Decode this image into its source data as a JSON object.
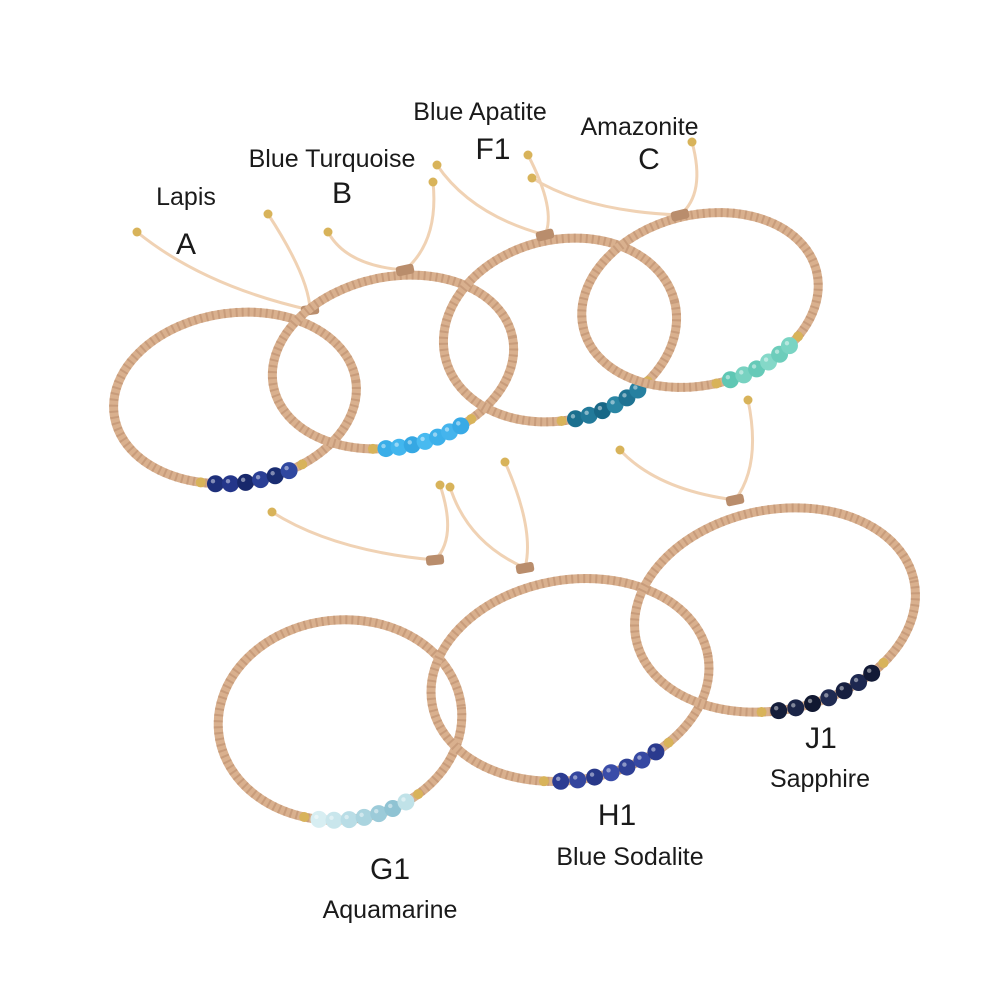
{
  "colors": {
    "cord": "#d9b08e",
    "cord_dark": "#b98d6c",
    "string": "#f0d2b4",
    "gold": "#d8b35a"
  },
  "bracelets": [
    {
      "code": "A",
      "name": "Lapis",
      "beads": [
        "#1e2f7a",
        "#24368a",
        "#18286b",
        "#2a3f95",
        "#1a2d72",
        "#3048a0"
      ]
    },
    {
      "code": "B",
      "name": "Blue Turquoise",
      "beads": [
        "#3aaee8",
        "#42b6ee",
        "#36a8e3",
        "#48baf0",
        "#3cb0ea",
        "#44b4ed",
        "#38aae6"
      ]
    },
    {
      "code": "F1",
      "name": "Blue Apatite",
      "beads": [
        "#1b6f8e",
        "#227a9a",
        "#186887",
        "#2a86a4",
        "#1f7393",
        "#2680a0"
      ]
    },
    {
      "code": "C",
      "name": "Amazonite",
      "beads": [
        "#5fc7b4",
        "#78d2c1",
        "#66cab8",
        "#84d8c8",
        "#6dcdbb",
        "#7ad4c3"
      ]
    },
    {
      "code": "G1",
      "name": "Aquamarine",
      "beads": [
        "#d7eef2",
        "#c9e6ec",
        "#b9dde6",
        "#aad4df",
        "#9ccbd9",
        "#8fc3d3",
        "#c0e2e8"
      ]
    },
    {
      "code": "H1",
      "name": "Blue Sodalite",
      "beads": [
        "#2c3c92",
        "#34469e",
        "#283889",
        "#3a4ca8",
        "#2f4096",
        "#3648a2",
        "#2a3a8e"
      ]
    },
    {
      "code": "J1",
      "name": "Sapphire",
      "beads": [
        "#141d3a",
        "#1b2548",
        "#111831",
        "#202b52",
        "#161f40",
        "#1d2850",
        "#121a36"
      ]
    }
  ]
}
